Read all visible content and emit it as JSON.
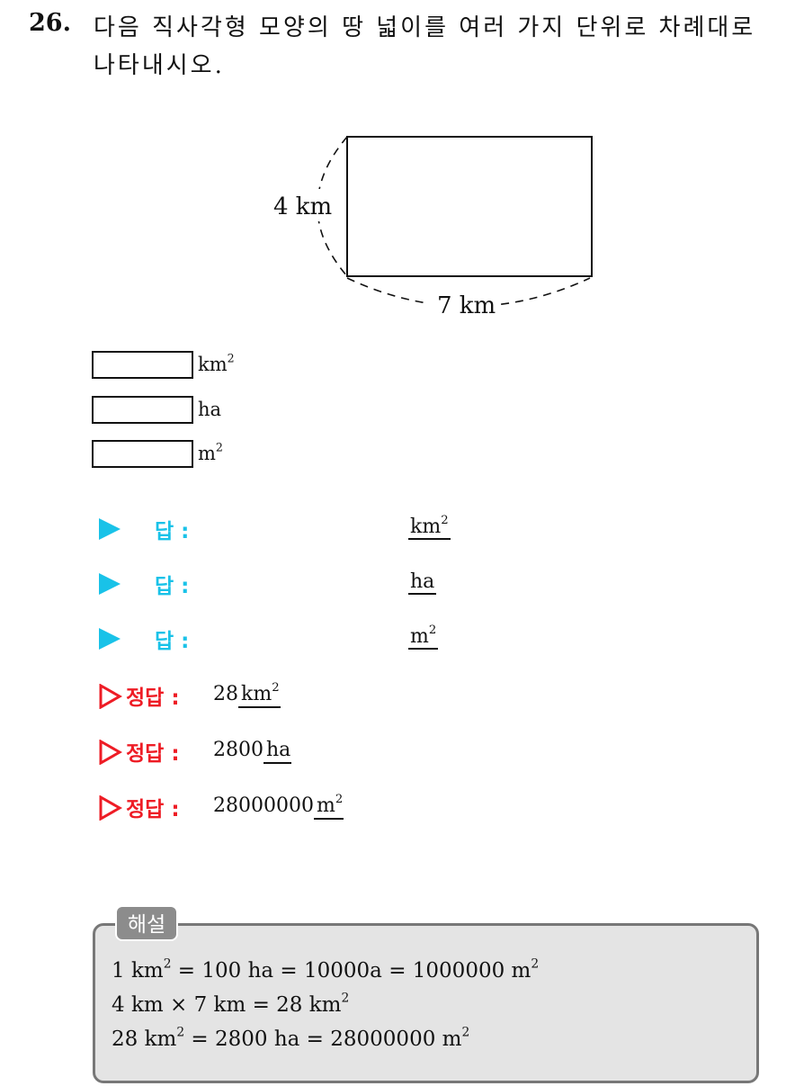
{
  "question": {
    "number": "26.",
    "text": "다음 직사각형 모양의 땅 넓이를 여러 가지 단위로 차례대로 나타내시오."
  },
  "figure": {
    "height_label": "4 km",
    "width_label": "7 km"
  },
  "input_units": [
    {
      "base": "km",
      "sup": "2"
    },
    {
      "base": "ha",
      "sup": ""
    },
    {
      "base": "m",
      "sup": "2"
    }
  ],
  "answer_rows": [
    {
      "label": "답 :",
      "unit_base": "km",
      "unit_sup": "2"
    },
    {
      "label": "답 :",
      "unit_base": "ha",
      "unit_sup": ""
    },
    {
      "label": "답 :",
      "unit_base": "m",
      "unit_sup": "2"
    }
  ],
  "correct_rows": [
    {
      "label": "정답 :",
      "value": "28",
      "unit_base": "km",
      "unit_sup": "2"
    },
    {
      "label": "정답 :",
      "value": "2800",
      "unit_base": "ha",
      "unit_sup": ""
    },
    {
      "label": "정답 :",
      "value": "28000000",
      "unit_base": "m",
      "unit_sup": "2"
    }
  ],
  "explanation": {
    "tab_label": "해설",
    "lines": [
      [
        {
          "t": "1 km"
        },
        {
          "s": "2"
        },
        {
          "t": " = 100 ha = 10000a = 1000000 m"
        },
        {
          "s": "2"
        }
      ],
      [
        {
          "t": "4 km × 7 km = 28 km"
        },
        {
          "s": "2"
        }
      ],
      [
        {
          "t": "28 km"
        },
        {
          "s": "2"
        },
        {
          "t": " = 2800 ha = 28000000 m"
        },
        {
          "s": "2"
        }
      ]
    ]
  },
  "colors": {
    "answer_accent": "#19c2e8",
    "correct_accent": "#ee1c25",
    "panel_bg": "#e4e4e4",
    "tab_bg": "#8c8c8c"
  }
}
